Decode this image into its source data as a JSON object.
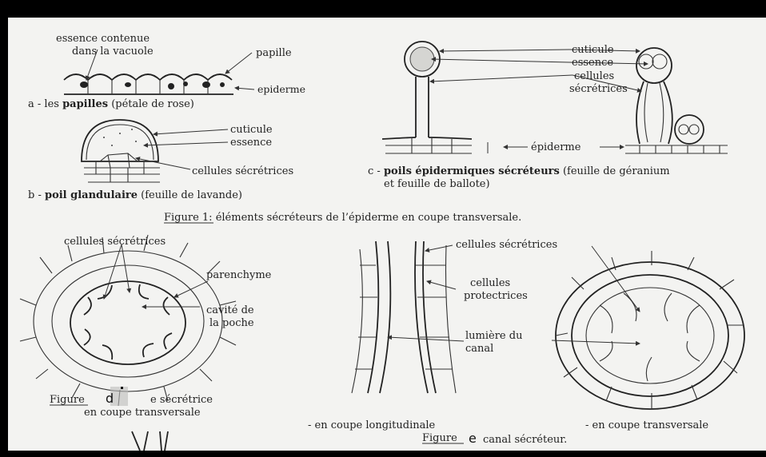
{
  "labels": {
    "essence_vacuole_1": "essence contenue",
    "essence_vacuole_2": "dans la vacuole",
    "papille": "papille",
    "epiderme_a": "epiderme",
    "caption_a_prefix": "a - les ",
    "caption_a_bold": "papilles",
    "caption_a_suffix": " (pétale de rose)",
    "cuticule_b": "cuticule",
    "essence_b": "essence",
    "cellules_secretrices_b": "cellules sécrétrices",
    "caption_b_prefix": "b - ",
    "caption_b_bold": "poil glandulaire",
    "caption_b_suffix": " (feuille de lavande)",
    "cuticule_c": "cuticule",
    "essence_c": "essence",
    "cellules_c": "cellules",
    "secretrices_c": "sécrétrices",
    "epiderme_c": "épiderme",
    "caption_c_prefix": "c - ",
    "caption_c_bold": "poils épidermiques sécréteurs",
    "caption_c_suffix": " (feuille de géranium",
    "caption_c_line2": "et feuille de ballote)",
    "figure1_label": "Figure 1:",
    "figure1_text": " éléments sécréteurs de l’épiderme en coupe transversale.",
    "cellules_secretrices_d": "cellules sécrétrices",
    "parenchyme": "parenchyme",
    "cavite_1": "cavité de",
    "cavite_2": "la poche",
    "figure_d_label": "Figure",
    "figure_d_text": "e sécrétrice",
    "figure_d_line2": "en coupe transversale",
    "cellules_secretrices_e": "cellules sécrétrices",
    "cellules_prot_1": "cellules",
    "cellules_prot_2": "protectrices",
    "lumiere_1": "lumière du",
    "lumiere_2": "canal",
    "coupe_longitudinale": "- en coupe longitudinale",
    "coupe_transversale": "- en coupe transversale",
    "figure_e_label": "Figure",
    "figure_e_text": "canal sécréteur."
  },
  "overlays": {
    "d": "d",
    "e": "e"
  }
}
